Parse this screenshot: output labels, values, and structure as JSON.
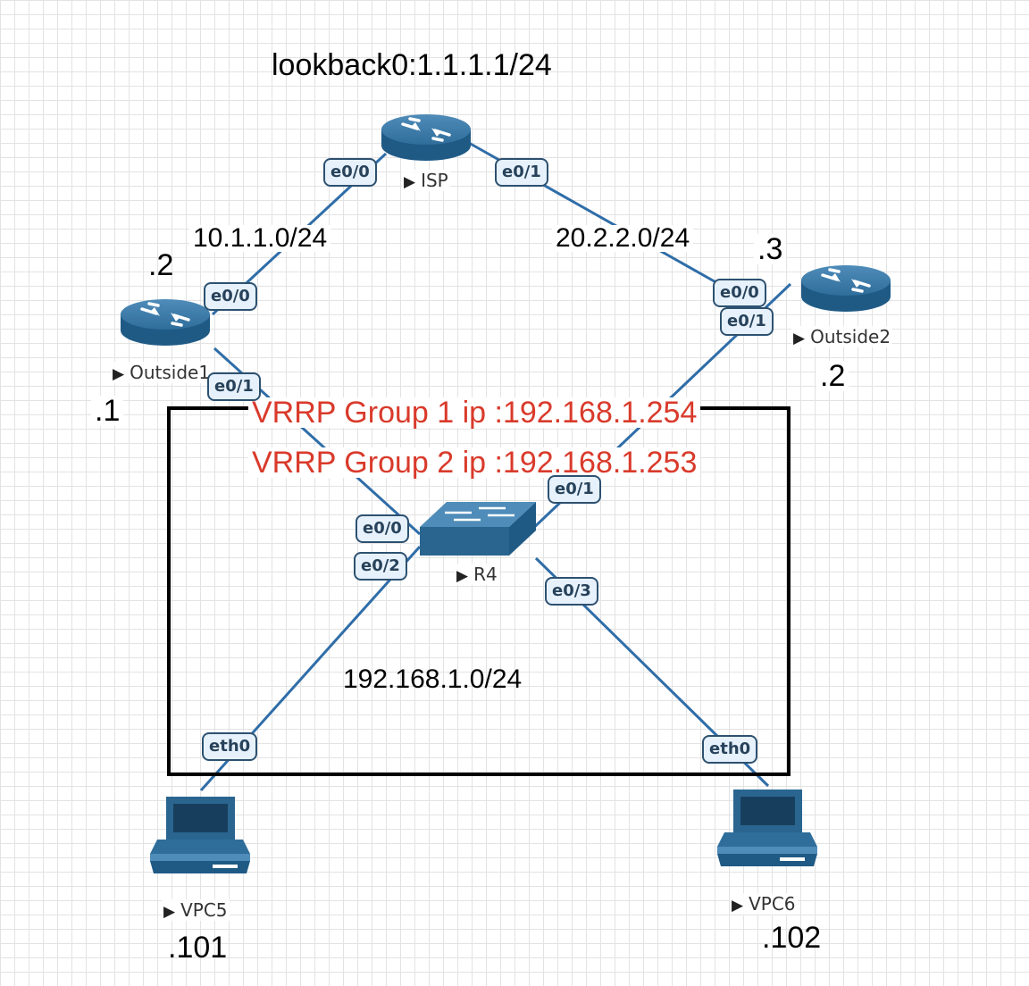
{
  "diagram": {
    "loopback_label": "lookback0:1.1.1.1/24",
    "networks": {
      "left_wan": "10.1.1.0/24",
      "right_wan": "20.2.2.0/24",
      "lan": "192.168.1.0/24"
    },
    "vrrp": {
      "group1": "VRRP Group 1 ip :192.168.1.254",
      "group2": "VRRP Group 2 ip :192.168.1.253"
    },
    "nodes": {
      "isp": {
        "name": "ISP",
        "icon": "router-icon"
      },
      "outside1": {
        "name": "Outside1",
        "icon": "router-icon",
        "ip_wan": ".2",
        "ip_lan": ".1"
      },
      "outside2": {
        "name": "Outside2",
        "icon": "router-icon",
        "ip_wan": ".3",
        "ip_lan": ".2"
      },
      "r4": {
        "name": "R4",
        "icon": "switch-icon"
      },
      "vpc5": {
        "name": "VPC5",
        "icon": "computer-icon",
        "ip": ".101"
      },
      "vpc6": {
        "name": "VPC6",
        "icon": "computer-icon",
        "ip": ".102"
      }
    },
    "ports": {
      "isp_e00": "e0/0",
      "isp_e01": "e0/1",
      "out1_e00": "e0/0",
      "out1_e01": "e0/1",
      "out2_e00": "e0/0",
      "out2_e01": "e0/1",
      "r4_e00": "e0/0",
      "r4_e01": "e0/1",
      "r4_e02": "e0/2",
      "r4_e03": "e0/3",
      "vpc5_eth0": "eth0",
      "vpc6_eth0": "eth0"
    },
    "colors": {
      "link": "#2f6da8",
      "port_fill": "#e6f1fb",
      "port_border": "#2d5170",
      "vrrp_text": "#d93a2b",
      "device": "#2a6590"
    }
  }
}
